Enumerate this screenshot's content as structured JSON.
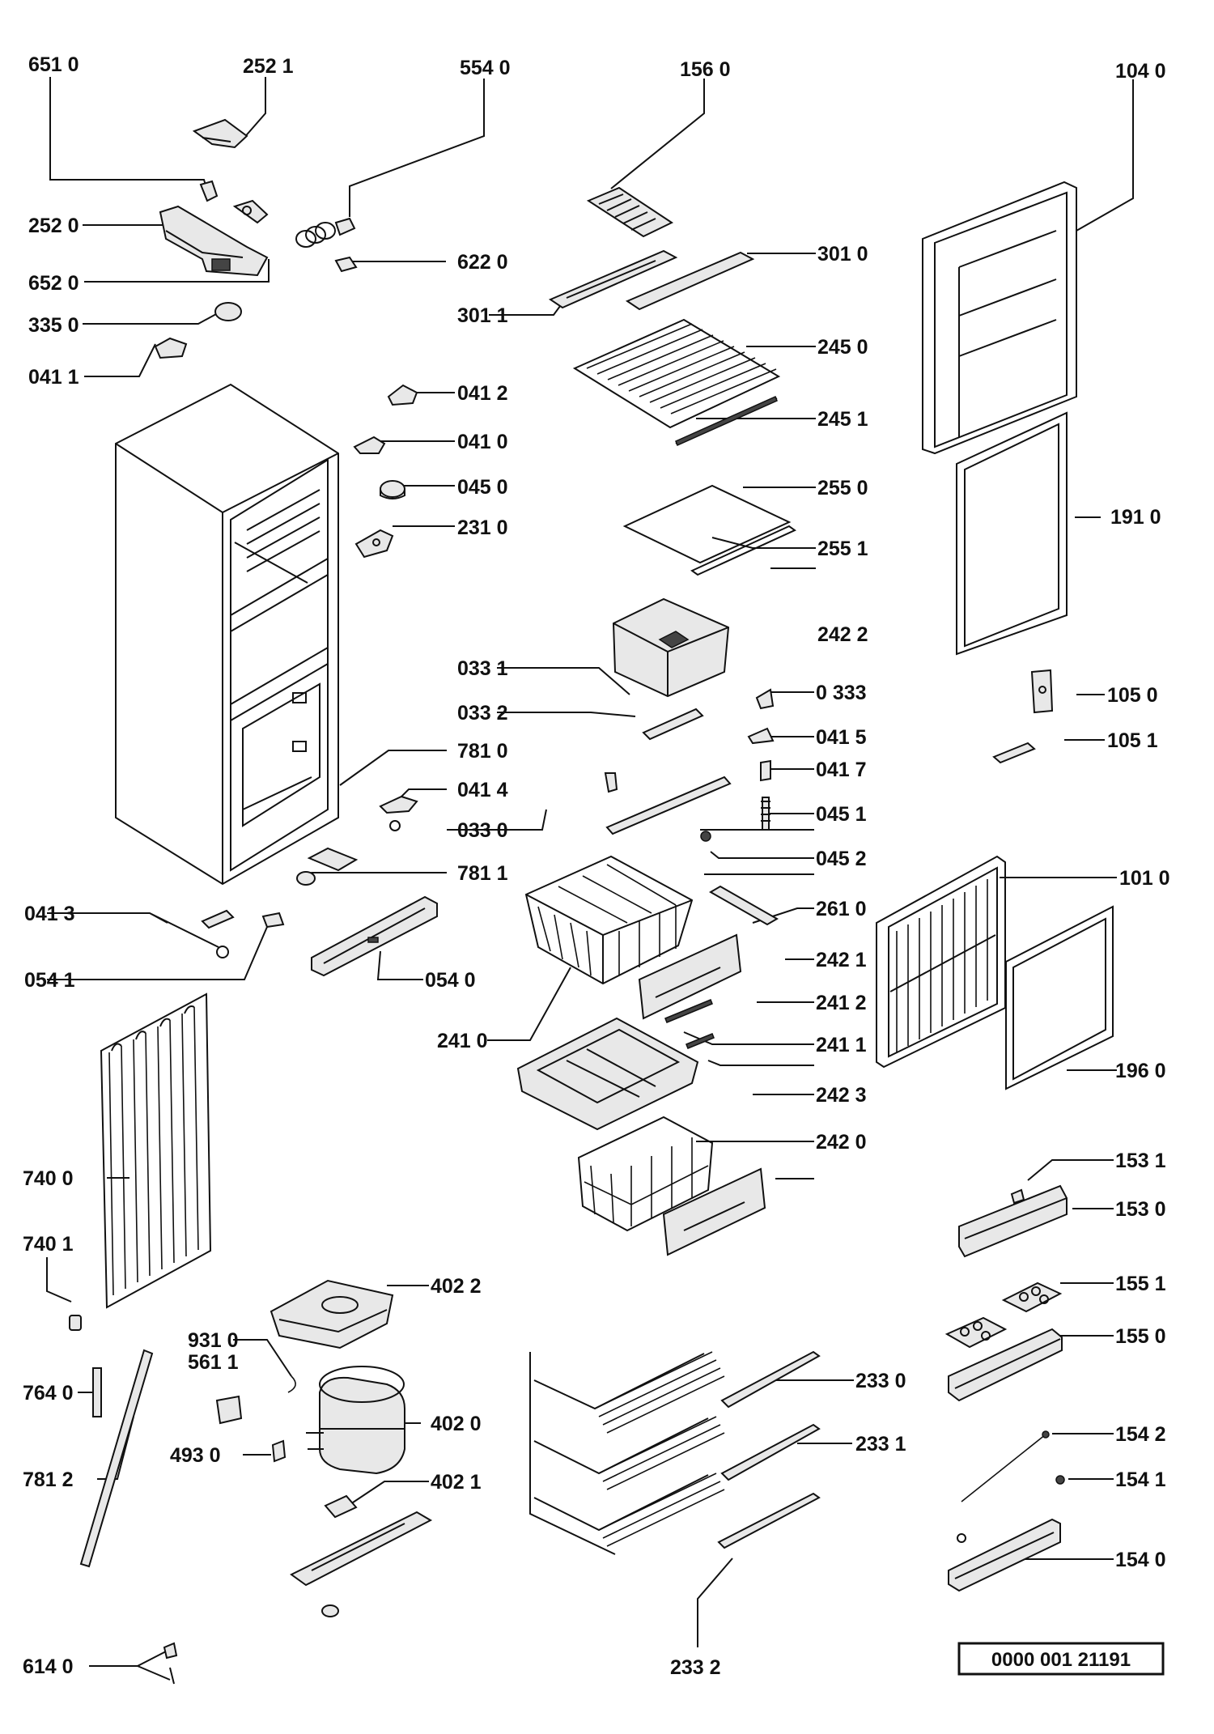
{
  "reference_number": "0000 001 21191",
  "labels": {
    "p6510": "651 0",
    "p2521": "252 1",
    "p5540": "554 0",
    "p1560": "156 0",
    "p1040": "104 0",
    "p2520": "252 0",
    "p3010": "301 0",
    "p6220": "622 0",
    "p6520": "652 0",
    "p3011": "301 1",
    "p3350": "335 0",
    "p2450": "245 0",
    "p0411": "041 1",
    "p0412": "041 2",
    "p2451": "245 1",
    "p0410": "041 0",
    "p0450": "045 0",
    "p2550": "255 0",
    "p1910": "191 0",
    "p2310": "231 0",
    "p2551": "255 1",
    "p2422": "242 2",
    "p0331": "033 1",
    "p0333": "0 333",
    "p1050": "105 0",
    "p0332": "033 2",
    "p0415": "041 5",
    "p1051": "105 1",
    "p7810": "781 0",
    "p0417": "041 7",
    "p0414": "041 4",
    "p0451": "045 1",
    "p0330": "033 0",
    "p0452": "045 2",
    "p7811": "781 1",
    "p1010": "101 0",
    "p0413": "041 3",
    "p2610": "261 0",
    "p0541": "054 1",
    "p0540": "054 0",
    "p2421": "242 1",
    "p2412": "241 2",
    "p2410": "241 0",
    "p2411": "241 1",
    "p1960": "196 0",
    "p2423": "242 3",
    "p2420": "242 0",
    "p7400": "740 0",
    "p1531": "153 1",
    "p1530": "153 0",
    "p7401": "740 1",
    "p4022": "402 2",
    "p1551": "155 1",
    "p9310": "931 0",
    "p5611": "561 1",
    "p1550": "155 0",
    "p2330": "233 0",
    "p7640": "764 0",
    "p4020": "402 0",
    "p1542": "154 2",
    "p4930": "493 0",
    "p2331": "233 1",
    "p7812": "781 2",
    "p4021": "402 1",
    "p1541": "154 1",
    "p1540": "154 0",
    "p6140": "614 0",
    "p2332": "233  2"
  }
}
